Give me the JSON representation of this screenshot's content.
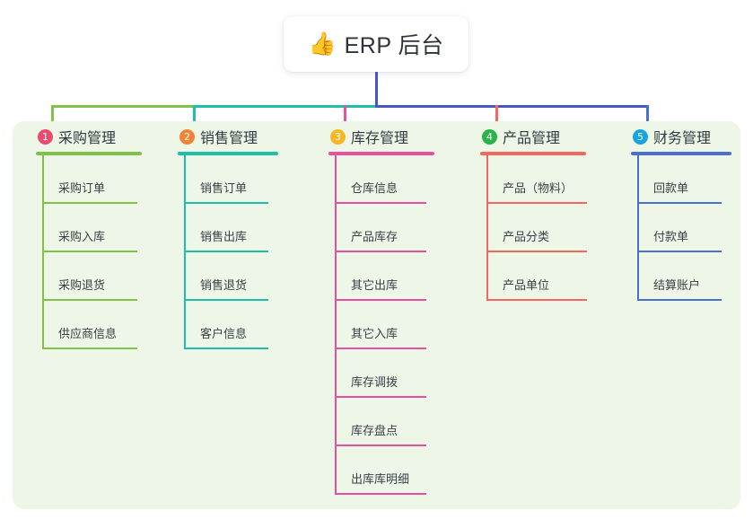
{
  "root": {
    "icon": "thumbs-up-icon",
    "emoji": "👍",
    "title": "ERP 后台"
  },
  "colors": {
    "panel_background": "#edf6e7",
    "root_stem": "#4a54c4",
    "bus_left": "#7ec24a",
    "bus_mid": "#1dbfa6",
    "bus_right": "#4a54c4"
  },
  "columns": [
    {
      "number": "1",
      "title": "采购管理",
      "badge_color": "#ea4c6f",
      "line_color": "#7ec24a",
      "drop_color": "#7ec24a",
      "items": [
        "采购订单",
        "采购入库",
        "采购退货",
        "供应商信息"
      ]
    },
    {
      "number": "2",
      "title": "销售管理",
      "badge_color": "#f08336",
      "line_color": "#1dbfa6",
      "drop_color": "#1dbfa6",
      "items": [
        "销售订单",
        "销售出库",
        "销售退货",
        "客户信息"
      ]
    },
    {
      "number": "3",
      "title": "库存管理",
      "badge_color": "#f5b722",
      "line_color": "#e8509f",
      "drop_color": "#e8509f",
      "items": [
        "仓库信息",
        "产品库存",
        "其它出库",
        "其它入库",
        "库存调拨",
        "库存盘点",
        "出库库明细"
      ]
    },
    {
      "number": "4",
      "title": "产品管理",
      "badge_color": "#29b34a",
      "line_color": "#f2685f",
      "drop_color": "#f2685f",
      "items": [
        "产品（物料）",
        "产品分类",
        "产品单位"
      ]
    },
    {
      "number": "5",
      "title": "财务管理",
      "badge_color": "#17a5e0",
      "line_color": "#4a6fd0",
      "drop_color": "#4a6fd0",
      "items": [
        "回款单",
        "付款单",
        "结算账户"
      ]
    }
  ]
}
